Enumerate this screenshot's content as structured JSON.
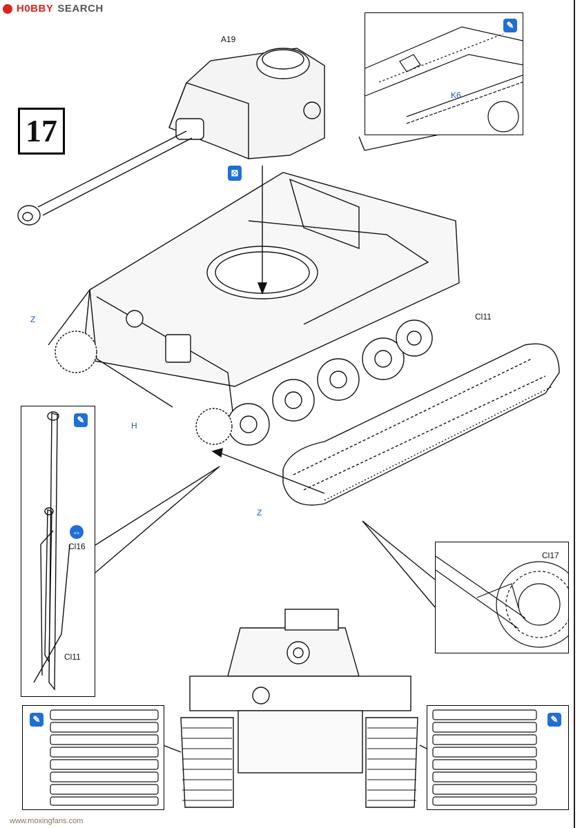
{
  "brand": {
    "name": "H0BBY",
    "search": "SEARCH"
  },
  "step_number": "17",
  "labels": {
    "a19": "A19",
    "k6": "K6",
    "ci11_top": "Cl11",
    "z_left": "Z",
    "h": "H",
    "z_track": "Z",
    "ci16": "Cl16",
    "ci11_bottom": "Cl11",
    "ci17": "Cl17"
  },
  "icons": {
    "paint": "paint-brush-icon",
    "cement": "cement-bottle-icon",
    "repeat": "repeat-both-sides-icon"
  },
  "watermark": "www.moxingfans.com",
  "colors": {
    "accent": "#1f6fd6",
    "brand": "#d9261c",
    "line": "#111111"
  }
}
